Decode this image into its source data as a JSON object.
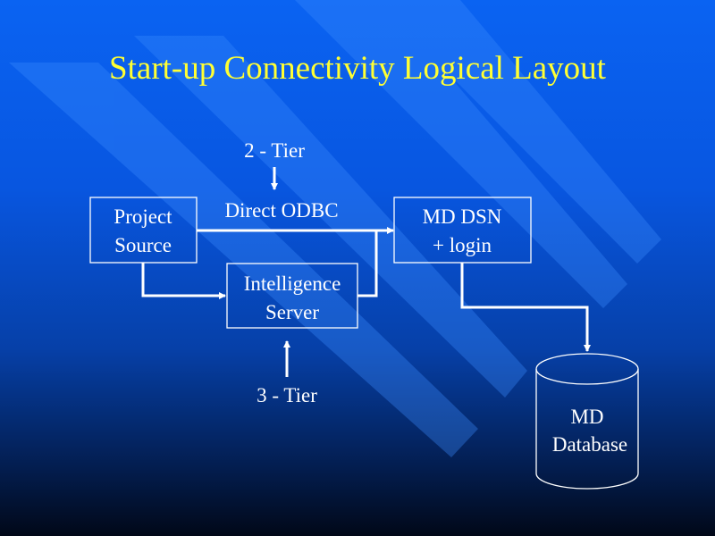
{
  "title": "Start-up Connectivity Logical Layout",
  "nodes": {
    "project_source": [
      "Project",
      "Source"
    ],
    "intelligence_server": [
      "Intelligence",
      "Server"
    ],
    "md_dsn": [
      "MD DSN",
      "+ login"
    ],
    "md_database": [
      "MD",
      "Database"
    ]
  },
  "labels": {
    "two_tier": "2 - Tier",
    "direct_odbc": "Direct ODBC",
    "three_tier": "3 - Tier"
  },
  "colors": {
    "title": "#ffff33",
    "lines": "#ffffff"
  }
}
